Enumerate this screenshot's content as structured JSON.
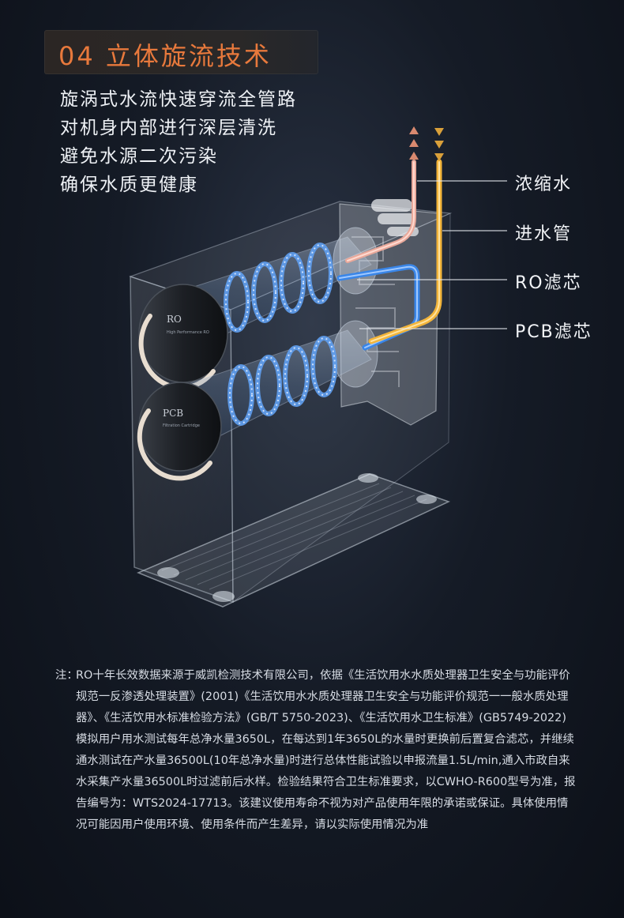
{
  "header": {
    "title": "04 立体旋流技术"
  },
  "intro_lines": [
    "旋涡式水流快速穿流全管路",
    "对机身内部进行深层清洗",
    "避免水源二次污染",
    "确保水质更健康"
  ],
  "callouts": {
    "concentrate": "浓缩水",
    "inlet": "进水管",
    "ro": "RO滤芯",
    "pcb": "PCB滤芯"
  },
  "cartridges": {
    "ro_cap": "RO",
    "ro_sub": "High Performance RO",
    "pcb_cap": "PCB",
    "pcb_sub": "Filtration Cartridge"
  },
  "colors": {
    "accent": "#e8793c",
    "concentrate_pipe": "#e8a89a",
    "inlet_pipe": "#f2b43a",
    "ro_pipe": "#3a86e8"
  },
  "note": {
    "prefix": "注：",
    "text": "RO十年长效数据来源于威凯检测技术有限公司，依据《生活饮用水水质处理器卫生安全与功能评价规范一反渗透处理装置》(2001)《生活饮用水水质处理器卫生安全与功能评价规范一一般水质处理器》、《生活饮用水标准检验方法》(GB/T 5750-2023)、《生活饮用水卫生标准》(GB5749-2022)模拟用户用水测试每年总净水量3650L，在每达到1年3650L的水量时更换前后置复合滤芯，并继续通水测试在产水量36500L(10年总净水量)时进行总体性能试验以申报流量1.5L/min,通入市政自来水采集产水量36500L时过滤前后水样。检验结果符合卫生标准要求，以CWHO-R600型号为准，报告编号为：WTS2024-17713。该建议使用寿命不视为对产品使用年限的承诺或保证。具体使用情况可能因用户使用环境、使用条件而产生差异，请以实际使用情况为准"
  }
}
